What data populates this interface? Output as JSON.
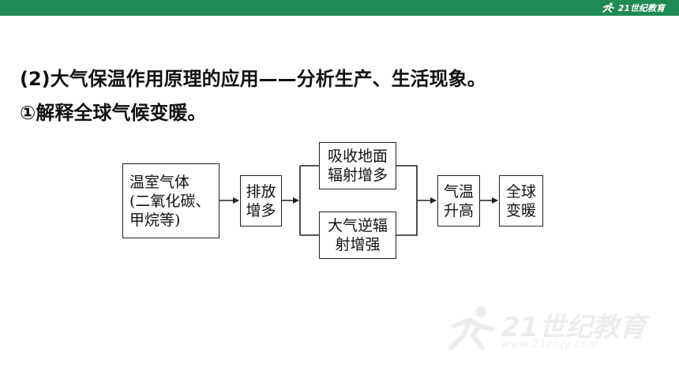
{
  "header": {
    "brand_logo_text": "21世纪教育",
    "accent_color": "#1f8a55"
  },
  "content": {
    "heading": "(2)大气保温作用原理的应用——分析生产、生活现象。",
    "subheading": "①解释全球气候变暖。"
  },
  "diagram": {
    "greenhouse_gases": [
      "温室气体",
      "(二氧化碳、",
      "甲烷等)"
    ],
    "emission_increase": [
      "排放",
      "增多"
    ],
    "absorb_ground_radiation": [
      "吸收地面",
      "辐射增多"
    ],
    "atmospheric_counter_radiation": [
      "大气逆辐",
      "射增强"
    ],
    "temperature_rise": [
      "气温",
      "升高"
    ],
    "global_warming": [
      "全球",
      "变暖"
    ]
  },
  "watermark": {
    "title": "21世纪教育",
    "url": "www.21cnjy.com"
  }
}
